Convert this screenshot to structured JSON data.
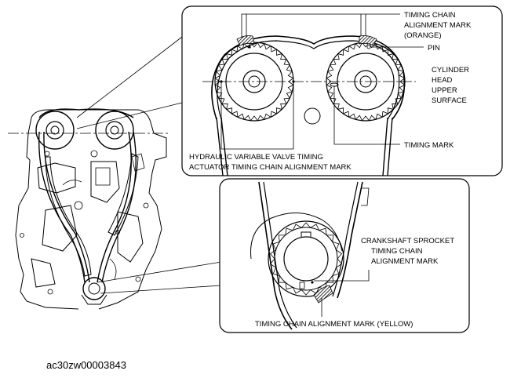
{
  "callouts": {
    "timing_chain_alignment_mark_orange": [
      "TIMING CHAIN",
      "ALIGNMENT MARK",
      "(ORANGE)"
    ],
    "pin": "PIN",
    "cylinder_head_upper_surface": [
      "CYLINDER",
      "HEAD",
      "UPPER",
      "SURFACE"
    ],
    "timing_mark": "TIMING MARK",
    "hydraulic_vvt_mark": [
      "HYDRAULIC VARIABLE VALVE TIMING",
      "ACTUATOR TIMING CHAIN ALIGNMENT MARK"
    ],
    "crankshaft_sprocket_mark": [
      "CRANKSHAFT SPROCKET",
      "TIMING CHAIN",
      "ALIGNMENT MARK"
    ],
    "timing_chain_alignment_mark_yellow": "TIMING CHAIN ALIGNMENT MARK (YELLOW)"
  },
  "figure_code": "ac30zw00003843",
  "colors": {
    "line": "#000000",
    "background": "#ffffff",
    "mark_fill": "#333333"
  }
}
